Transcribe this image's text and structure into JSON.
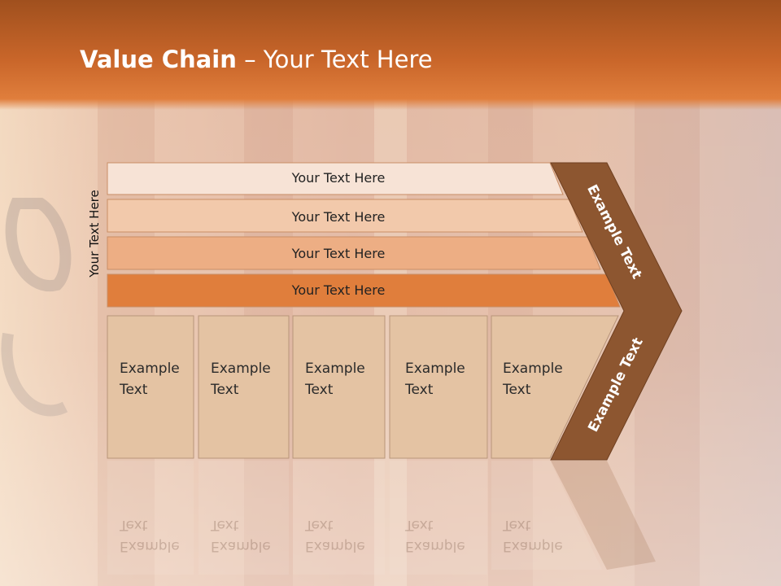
{
  "slide": {
    "title_bold": "Value Chain",
    "title_rest": " – Your Text Here",
    "side_label": "Your Text Here"
  },
  "bands": [
    {
      "label": "Your Text Here",
      "fill": "#f7e3d6"
    },
    {
      "label": "Your Text Here",
      "fill": "#f2c9ab"
    },
    {
      "label": "Your Text Here",
      "fill": "#edae84"
    },
    {
      "label": "Your Text Here",
      "fill": "#e07e3c"
    }
  ],
  "boxes": [
    {
      "line1": "Example",
      "line2": "Text"
    },
    {
      "line1": "Example",
      "line2": "Text"
    },
    {
      "line1": "Example",
      "line2": "Text"
    },
    {
      "line1": "Example",
      "line2": "Text"
    },
    {
      "line1": "Example",
      "line2": "Text"
    }
  ],
  "chevron": {
    "upper_label": "Example Text",
    "lower_label": "Example Text",
    "fill": "#8d5630"
  },
  "colors": {
    "header": "#c9662a",
    "box_fill": "#e4c3a3",
    "box_border": "#b8957a"
  }
}
